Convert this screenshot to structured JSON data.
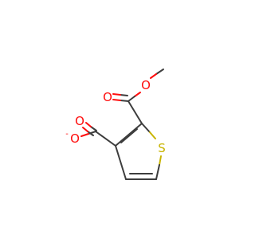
{
  "molecule": {
    "colors": {
      "bond": "#3d3d3d",
      "oxygen": "#ff0d0d",
      "sulfur": "#c8b400",
      "background": "#ffffff"
    },
    "atoms": {
      "o_methoxy": "O",
      "o_ester_carbonyl": "O",
      "o_acid_carbonyl": "O",
      "o_carboxylate": "O",
      "o_carboxylate_charge": "-",
      "s_ring": "S"
    }
  }
}
